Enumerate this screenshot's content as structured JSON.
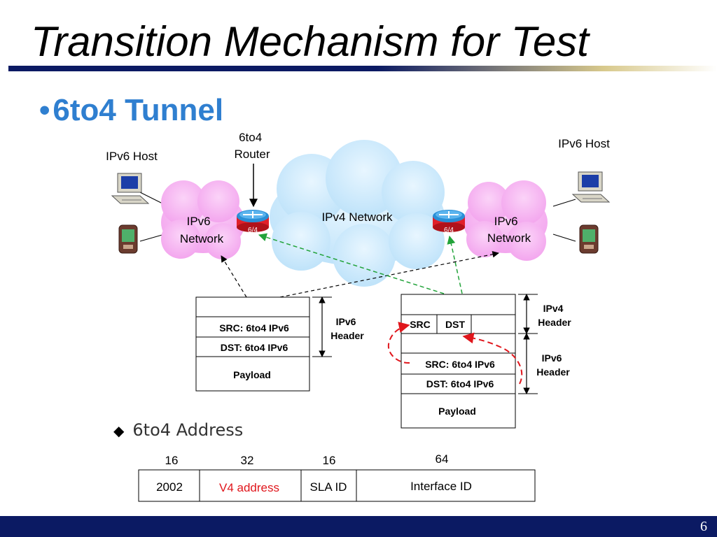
{
  "slide": {
    "title": "Transition Mechanism for Test",
    "bullet": "6to4 Tunnel",
    "page_number": "6"
  },
  "diagram": {
    "router_label": "6to4\nRouter",
    "left_host_label": "IPv6 Host",
    "right_host_label": "IPv6 Host",
    "ipv4_network_label": "IPv4 Network",
    "left_network_label": "IPv6\nNetwork",
    "right_network_label": "IPv6\nNetwork",
    "router_badge": "6/4",
    "left_packet": {
      "rows": [
        "",
        "SRC: 6to4 IPv6",
        "DST: 6to4 IPv6",
        "Payload"
      ],
      "bracket_label": "IPv6\nHeader"
    },
    "right_packet": {
      "src": "SRC",
      "dst": "DST",
      "rows": [
        "",
        "",
        "SRC: 6to4 IPv6",
        "DST: 6to4 IPv6",
        "Payload"
      ],
      "ipv4_bracket_label": "IPv4\nHeader",
      "ipv6_bracket_label": "IPv6\nHeader"
    },
    "colors": {
      "ipv6_cloud": "#f7b6f3",
      "ipv4_cloud": "#cde9fb",
      "tunnel_arrow": "#22a33a",
      "copy_arrow": "#e0161c"
    }
  },
  "address": {
    "heading": "6to4 Address",
    "bit_widths": [
      "16",
      "32",
      "16",
      "64"
    ],
    "fields": [
      "2002",
      "V4 address",
      "SLA ID",
      "Interface ID"
    ],
    "highlight_color": "#e0161c"
  }
}
